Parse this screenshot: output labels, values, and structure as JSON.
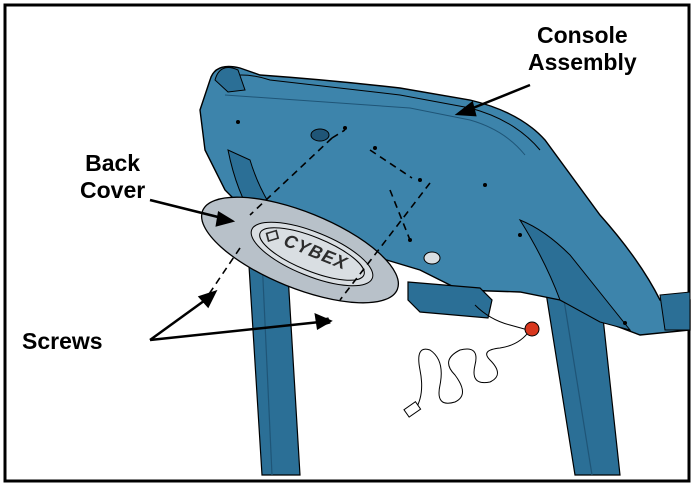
{
  "callouts": {
    "console_line1": "Console",
    "console_line2": "Assembly",
    "back_line1": "Back",
    "back_line2": "Cover",
    "screws": "Screws"
  },
  "logo_text": "CYBEX",
  "colors": {
    "frame": "#2b6f96",
    "frame_dark": "#1f5577",
    "cover": "#b8c1c9",
    "cover_light": "#d9dee2",
    "safety_key": "#d8371e",
    "outline": "#000000"
  }
}
